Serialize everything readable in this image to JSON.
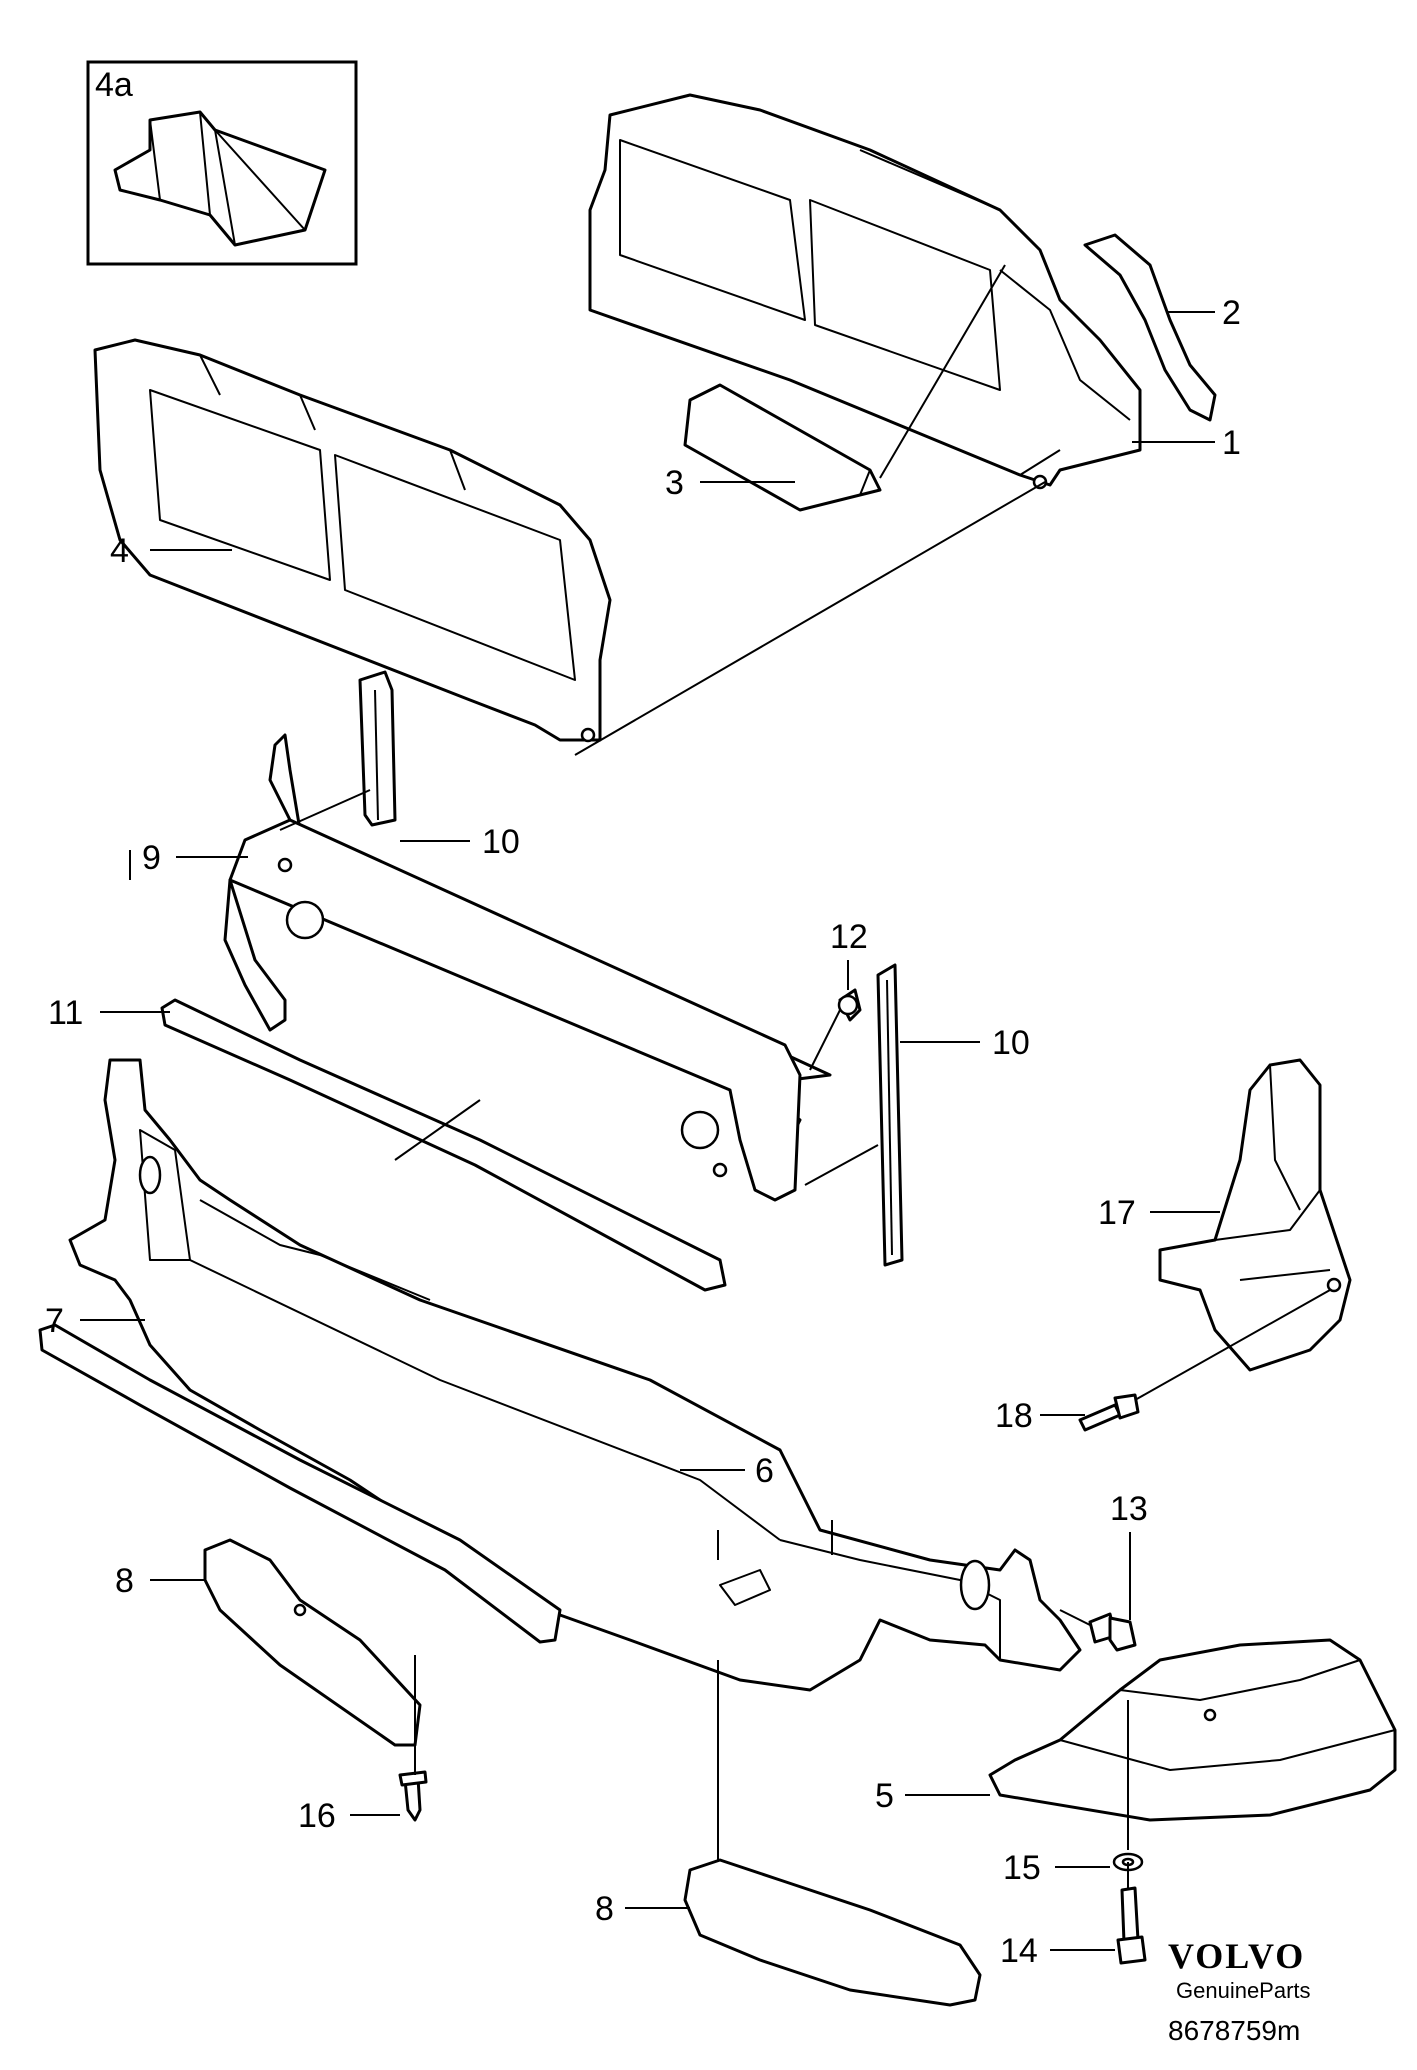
{
  "inset": {
    "label": "4a"
  },
  "callouts": [
    {
      "id": "c1",
      "text": "1"
    },
    {
      "id": "c2",
      "text": "2"
    },
    {
      "id": "c3",
      "text": "3"
    },
    {
      "id": "c4",
      "text": "4"
    },
    {
      "id": "c9",
      "text": "9"
    },
    {
      "id": "c10a",
      "text": "10"
    },
    {
      "id": "c12",
      "text": "12"
    },
    {
      "id": "c11",
      "text": "11"
    },
    {
      "id": "c10b",
      "text": "10"
    },
    {
      "id": "c17",
      "text": "17"
    },
    {
      "id": "c18",
      "text": "18"
    },
    {
      "id": "c7",
      "text": "7"
    },
    {
      "id": "c6",
      "text": "6"
    },
    {
      "id": "c13",
      "text": "13"
    },
    {
      "id": "c8a",
      "text": "8"
    },
    {
      "id": "c5",
      "text": "5"
    },
    {
      "id": "c16",
      "text": "16"
    },
    {
      "id": "c15",
      "text": "15"
    },
    {
      "id": "c8b",
      "text": "8"
    },
    {
      "id": "c14",
      "text": "14"
    }
  ],
  "brand": {
    "name": "VOLVO",
    "subtitle": "GenuineParts",
    "part_number": "8678759m"
  }
}
